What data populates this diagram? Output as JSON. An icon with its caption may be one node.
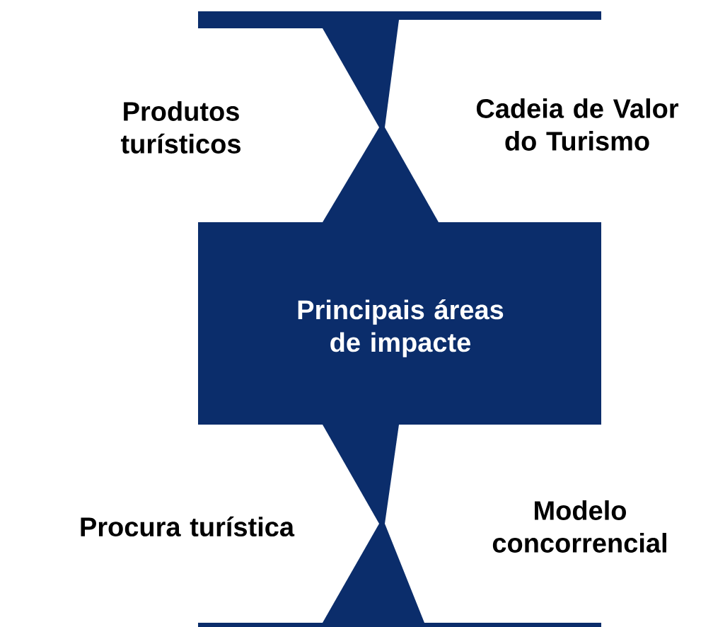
{
  "diagram": {
    "nodes": [
      {
        "text": [
          "Produtos turísticos"
        ]
      },
      {
        "text": [
          "Cadeia de Valor do Turismo"
        ]
      },
      {
        "text": [
          "Principais áreas de impacte"
        ]
      },
      {
        "text": [
          "Procura turística"
        ]
      },
      {
        "text": [
          "Modelo concorrencial"
        ]
      }
    ]
  }
}
